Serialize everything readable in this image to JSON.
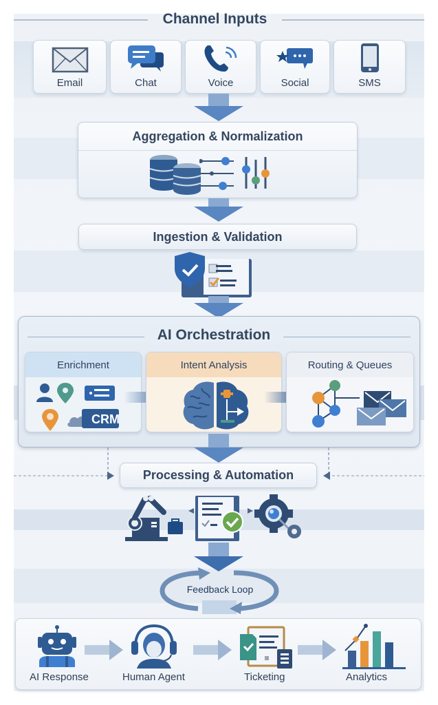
{
  "diagram": {
    "title": "Channel Inputs",
    "channels": [
      {
        "label": "Email",
        "icon": "envelope-icon"
      },
      {
        "label": "Chat",
        "icon": "chat-bubbles-icon"
      },
      {
        "label": "Voice",
        "icon": "phone-icon"
      },
      {
        "label": "Social",
        "icon": "social-star-message-icon"
      },
      {
        "label": "SMS",
        "icon": "mobile-phone-icon"
      }
    ],
    "stages": {
      "aggregation": {
        "label": "Aggregation & Normalization",
        "icons": [
          "database-icon",
          "slider-controls-icon"
        ]
      },
      "ingestion": {
        "label": "Ingestion & Validation",
        "icons": [
          "shield-check-icon",
          "checklist-icon"
        ]
      },
      "orchestration": {
        "label": "AI Orchestration",
        "steps": [
          {
            "label": "Enrichment",
            "icons": [
              "user-icon",
              "location-pin-icon",
              "list-card-icon",
              "cloud-icon"
            ],
            "badge": "CRM"
          },
          {
            "label": "Intent Analysis",
            "icons": [
              "brain-icon"
            ]
          },
          {
            "label": "Routing & Queues",
            "icons": [
              "network-graph-icon",
              "envelope-stack-icon"
            ]
          }
        ]
      },
      "processing": {
        "label": "Processing & Automation",
        "icons": [
          "robot-arm-icon",
          "document-check-icon",
          "gear-search-icon"
        ]
      },
      "feedback": {
        "label": "Feedback Loop",
        "icon": "cycle-arrows-icon"
      }
    },
    "outputs": [
      {
        "label": "AI Response",
        "icon": "robot-icon"
      },
      {
        "label": "Human Agent",
        "icon": "headset-agent-icon"
      },
      {
        "label": "Ticketing",
        "icon": "ticket-document-icon"
      },
      {
        "label": "Analytics",
        "icon": "bar-chart-icon"
      }
    ],
    "colors": {
      "primary": "#2f5b93",
      "arrow": "#5a86c2",
      "orange": "#e8953a",
      "green": "#5a9e7c",
      "text": "#34465f",
      "enrichment_header": "#cfe2f3",
      "intent_header": "#f6dcbc",
      "routing_header": "#eceff3"
    }
  }
}
